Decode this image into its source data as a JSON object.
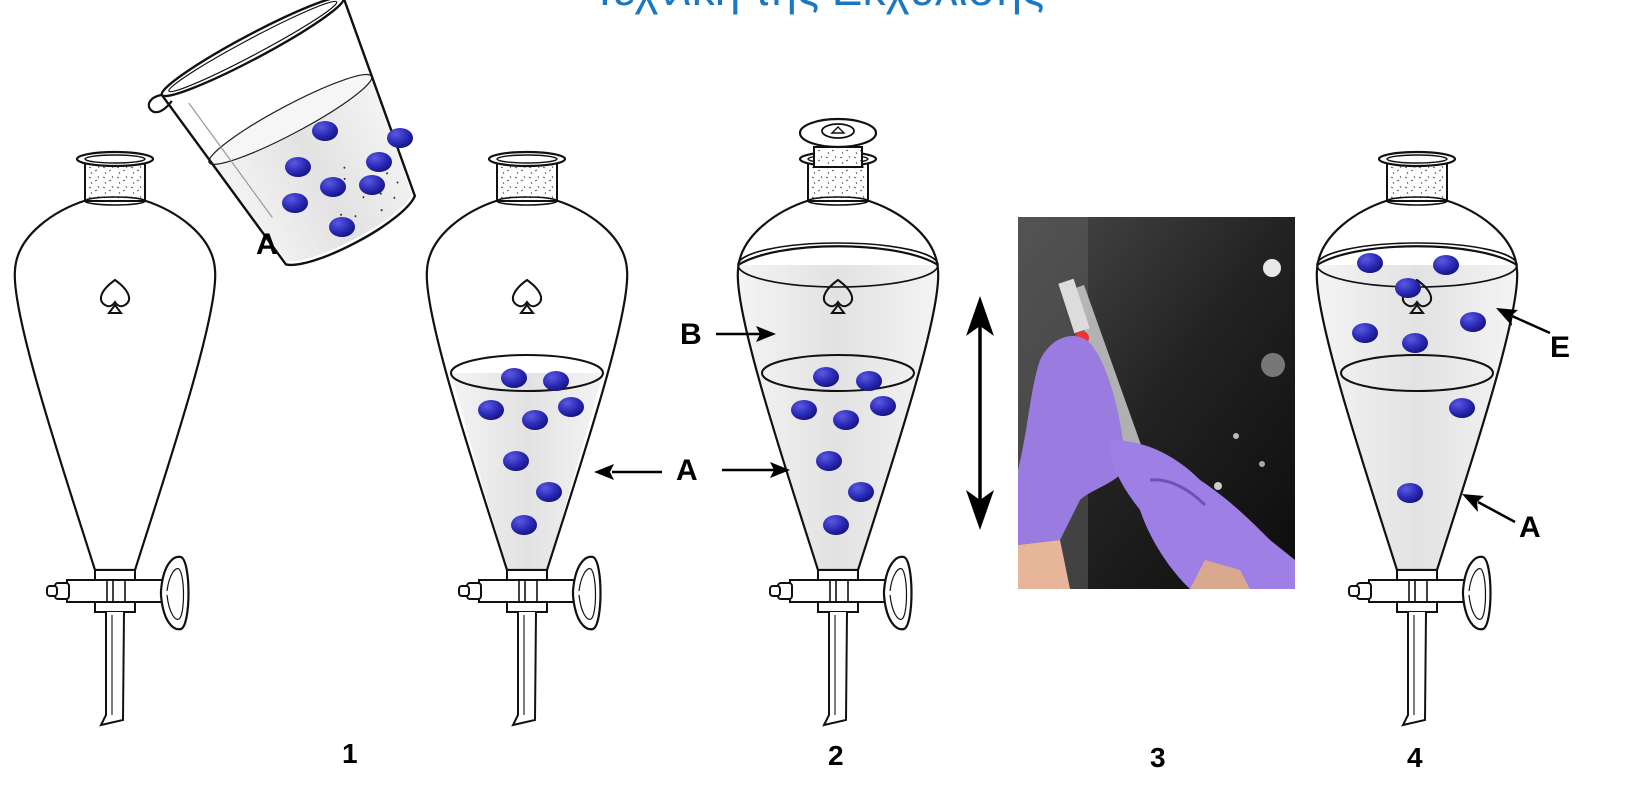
{
  "title": "Τεχνική της Εκχύλισης",
  "labels": {
    "A": "A",
    "B": "B",
    "E": "E"
  },
  "step_numbers": [
    "1",
    "2",
    "3",
    "4"
  ],
  "colors": {
    "title": "#1a78c2",
    "particle": "#2a2ab8",
    "particle_dark": "#14148a",
    "liquid": "#e9e9e9",
    "outline": "#111111"
  },
  "photo": {
    "subject": "gloved-hands-shaking-separatory-funnel"
  }
}
